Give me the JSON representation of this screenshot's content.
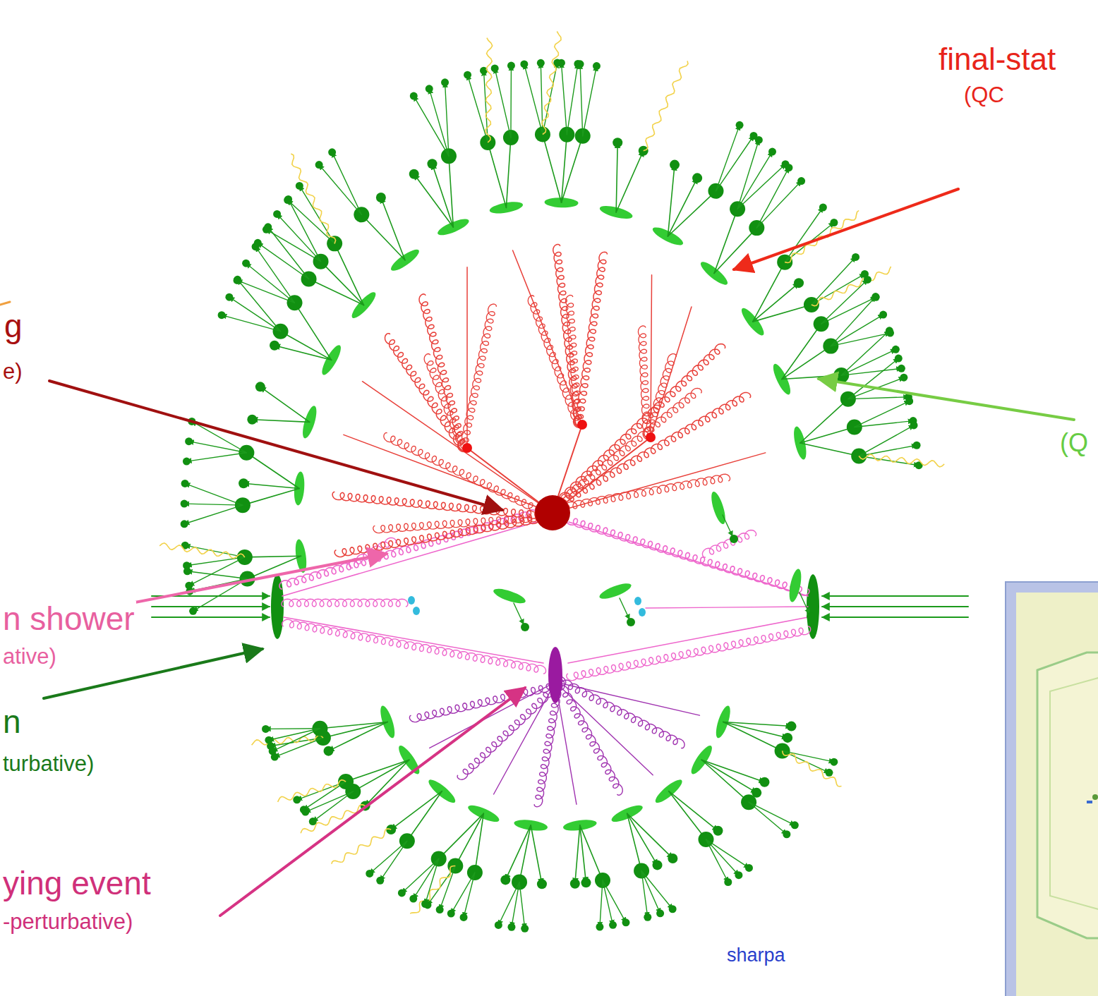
{
  "diagram": {
    "labels": [
      "final-stat",
      "(QC",
      "g",
      "e)",
      "n shower",
      "ative)",
      "n",
      "turbative)",
      "ying event",
      "-perturbative)",
      "(Q",
      "sharpa"
    ]
  }
}
